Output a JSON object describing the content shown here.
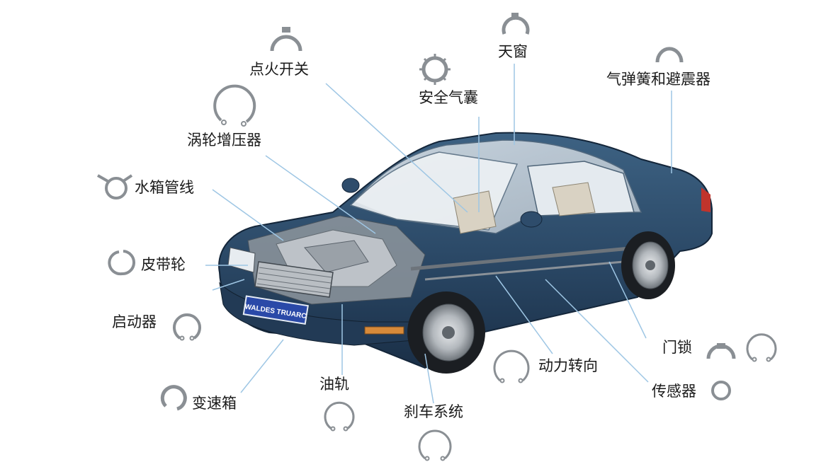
{
  "labels": {
    "ignition": "点火开关",
    "airbag": "安全气囊",
    "sunroof": "天窗",
    "gas_spring": "气弹簧和避震器",
    "turbo": "涡轮增压器",
    "radiator": "水箱管线",
    "pulley": "皮带轮",
    "starter": "启动器",
    "gearbox": "变速箱",
    "fuel_rail": "油轨",
    "brake": "刹车系统",
    "steering": "动力转向",
    "door_lock": "门锁",
    "sensor": "传感器"
  },
  "car": {
    "plate": "WALDES TRUARC"
  },
  "colors": {
    "body": "#2c4a68",
    "body_dark": "#1d3550",
    "ring": "#8a8f94",
    "leader": "#9ec6e4"
  }
}
